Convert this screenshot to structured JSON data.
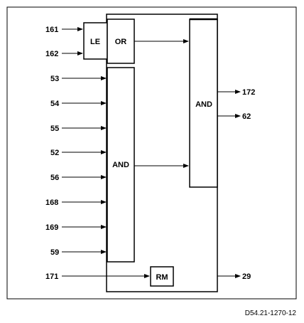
{
  "blocks": {
    "le": "LE",
    "or": "OR",
    "and_inputs": "AND",
    "and_output": "AND",
    "rm": "RM"
  },
  "inputs": {
    "le_top": "161",
    "le_bottom": "162",
    "and": [
      "53",
      "54",
      "55",
      "52",
      "56",
      "168",
      "169",
      "59"
    ],
    "rm": "171"
  },
  "outputs": {
    "top": "172",
    "middle": "62",
    "bottom": "29"
  },
  "reference_code": "D54.21-1270-12"
}
